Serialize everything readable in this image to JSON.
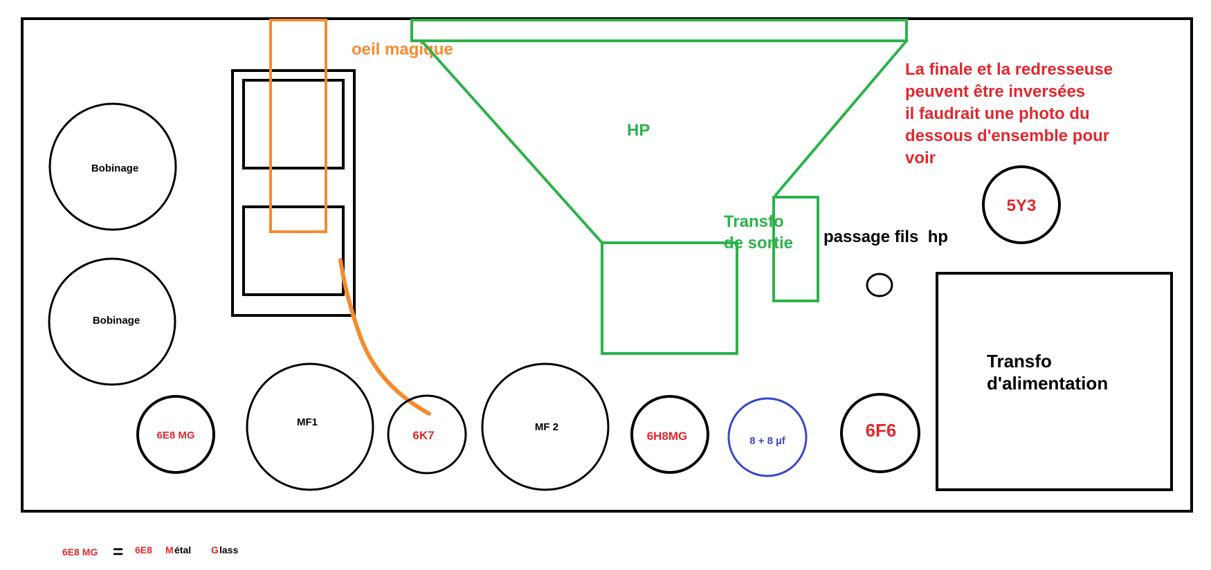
{
  "colors": {
    "black": "#000000",
    "red": "#e0282e",
    "green": "#2cb24a",
    "orange": "#f58a2e",
    "blue": "#3a45c8"
  },
  "labels": {
    "bobinage_1": "Bobinage",
    "bobinage_2": "Bobinage",
    "tube_6e8mg": "6E8 MG",
    "mf1": "MF1",
    "tube_6k7": "6K7",
    "mf2": "MF 2",
    "tube_6h8mg": "6H8MG",
    "capacitor": "8 + 8 µf",
    "tube_6f6": "6F6",
    "tube_5y3": "5Y3",
    "oeil_magique": "oeil magique",
    "hp": "HP",
    "transfo_sortie_line1": "Transfo",
    "transfo_sortie_line2": "de sortie",
    "passage_fils": "passage fils  hp",
    "transfo_alim_line1": "Transfo",
    "transfo_alim_line2": "d'alimentation"
  },
  "note": {
    "lines": [
      "La finale et la redresseuse",
      "peuvent être inversées",
      "il faudrait une photo du",
      "dessous d'ensemble pour",
      "voir"
    ]
  },
  "legend": {
    "term": "6E8 MG",
    "equals": "=",
    "name": "6E8",
    "m_letter": "M",
    "m_rest": "étal",
    "g_letter": "G",
    "g_rest": "lass"
  }
}
